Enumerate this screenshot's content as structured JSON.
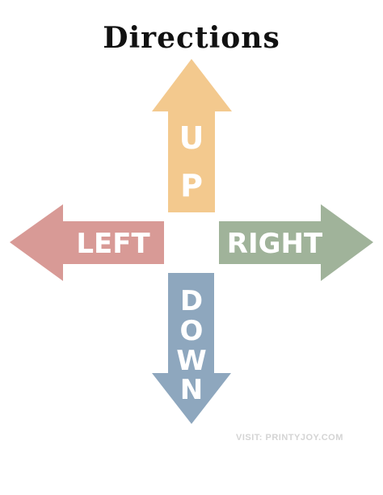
{
  "title": "Directions",
  "arrows": {
    "up": {
      "label_letters": [
        "U",
        "P"
      ],
      "color": "#F3C98E"
    },
    "left": {
      "label": "LEFT",
      "color": "#D89A96"
    },
    "right": {
      "label": "RIGHT",
      "color": "#A0B39A"
    },
    "down": {
      "label_letters": [
        "D",
        "O",
        "W",
        "N"
      ],
      "color": "#8EA7BE"
    }
  },
  "watermark": "VISIT: PRINTYJOY.COM"
}
